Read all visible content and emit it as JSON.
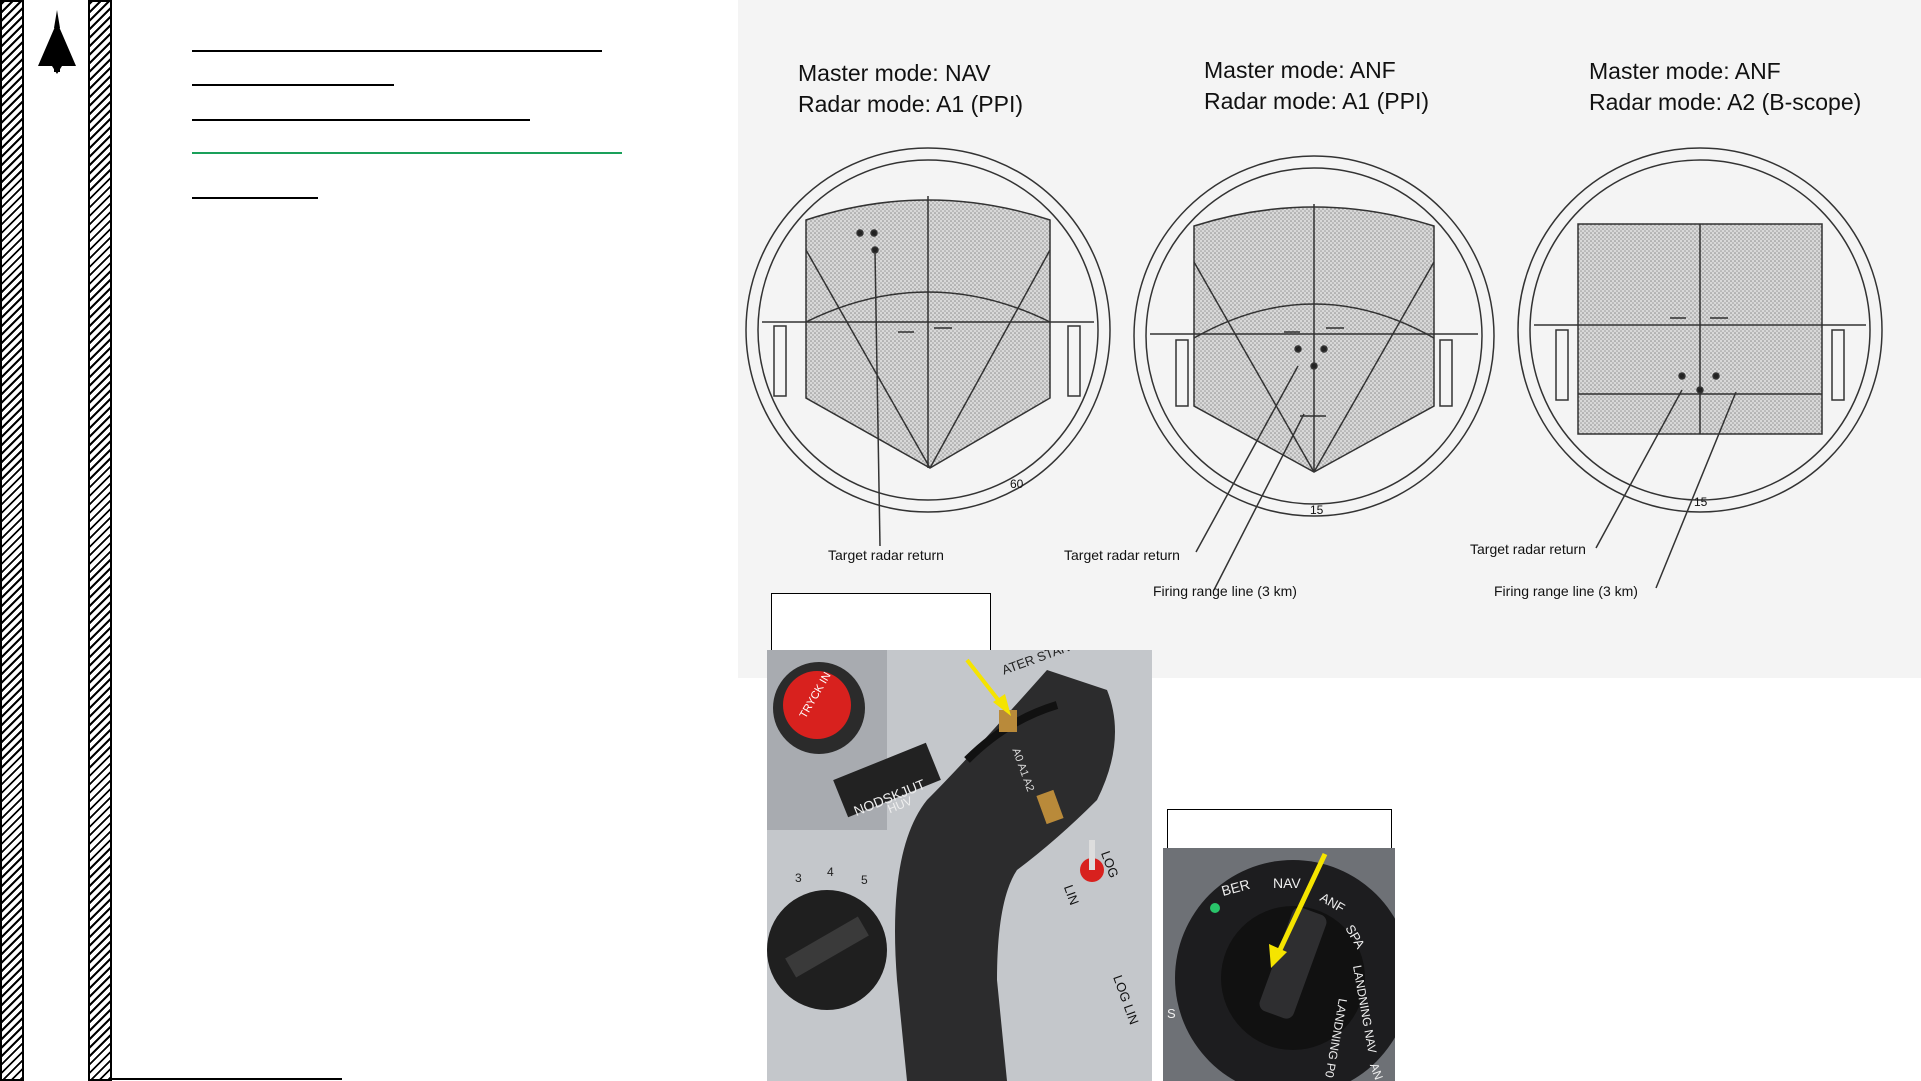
{
  "scopes": [
    {
      "master_mode": "Master mode: NAV",
      "radar_mode": "Radar mode: A1 (PPI)",
      "range_number": "60",
      "labels": [
        "Target radar return"
      ]
    },
    {
      "master_mode": "Master mode: ANF",
      "radar_mode": "Radar mode: A1 (PPI)",
      "range_number": "15",
      "labels": [
        "Target radar return",
        "Firing range line (3 km)"
      ]
    },
    {
      "master_mode": "Master mode: ANF",
      "radar_mode": "Radar mode: A2 (B-scope)",
      "range_number": "15",
      "labels": [
        "Target radar return",
        "Firing range line (3 km)"
      ]
    }
  ],
  "photo_throttle": {
    "button_text": "TRYCK IN",
    "panel_text_1": "NODSKJUT",
    "panel_text_2": "HUV",
    "handle_marks": "A0 A1 A2",
    "top_text": "ATER START",
    "switch_top": "LOG",
    "switch_bottom": "LIN",
    "switch_lower": "LOG LIN",
    "dial_marks": [
      "3",
      "4",
      "5"
    ]
  },
  "photo_selector": {
    "marks": [
      "BER",
      "NAV",
      "ANF",
      "SPA",
      "LANDNING NAV",
      "LANDNING P0",
      "S",
      "AN"
    ]
  },
  "colors": {
    "accent_line": "#1aa05a",
    "arrow": "#f5e400"
  }
}
